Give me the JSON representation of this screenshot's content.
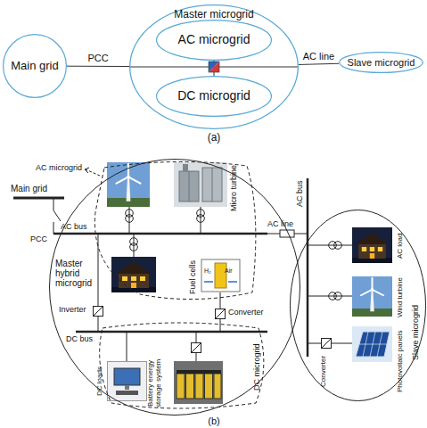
{
  "diagram": {
    "nodes": [
      {
        "text": [
          "Master microgrid"
        ]
      },
      {
        "text": [
          "AC microgrid"
        ],
        "in": 0
      },
      {
        "text": [
          "DC microgrid"
        ],
        "in": 0
      },
      {
        "text": [
          "Main grid"
        ]
      },
      {
        "text": [
          "Slave microgrid"
        ]
      },
      {
        "text": [
          "Master hybrid microgrid"
        ]
      },
      {
        "text": [
          "AC microgrid"
        ],
        "in": 5
      },
      {
        "text": [
          "DC microgrid"
        ],
        "in": 5
      },
      {
        "text": [
          "Slave microgrid"
        ]
      }
    ],
    "edges": [
      {
        "from": 3,
        "to": 0,
        "label": "PCC",
        "arrow": "none"
      },
      {
        "from": 0,
        "to": 4,
        "label": "AC line",
        "arrow": "none"
      },
      {
        "from": 1,
        "to": 2,
        "arrow": "none"
      }
    ],
    "labels": [
      "(a)",
      "Main grid",
      "PCC",
      "AC bus",
      "Micro turbine",
      "Fuel cells",
      "H₂",
      "Air",
      "Inverter",
      "Converter",
      "DC bus",
      "DC loads",
      "Battery energy storage system",
      "AC line",
      "AC bus",
      "AC load",
      "Wind turbine",
      "Converter",
      "Photovoltaic panels",
      "(b)"
    ]
  }
}
